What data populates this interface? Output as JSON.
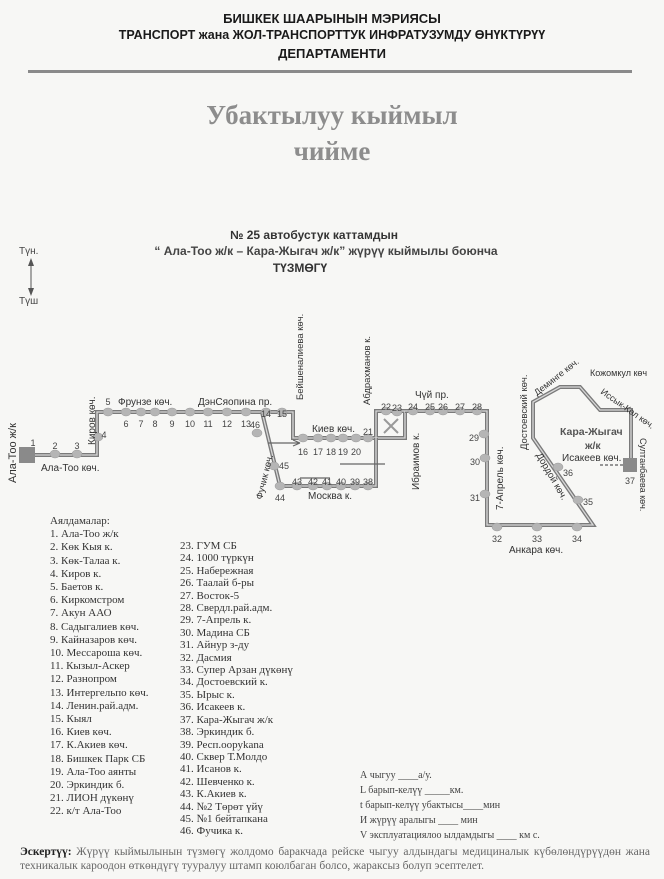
{
  "header": {
    "line1": "БИШКЕК ШААРЫНЫН МЭРИЯСЫ",
    "line2": "ТРАНСПОРТ жана ЖОЛ-ТРАНСПОРТТУК ИНФРАТУЗУМДУ ӨНҮКТҮРҮҮ",
    "line3": "ДЕПАРТАМЕНТИ"
  },
  "title": {
    "line1": "Убактылуу кыймыл",
    "line2": "чийме"
  },
  "subtitle": {
    "line1": "№ 25  автобустук каттамдын",
    "line2": "“ Ала-Тоо ж/к – Кара-Жыгач ж/к” жүрүү кыймылы боюнча",
    "line3": "ТҮЗМӨГҮ"
  },
  "compass": {
    "north": "Түн.",
    "south": "Түш"
  },
  "map": {
    "stop_numbers": [
      "1",
      "2",
      "3",
      "4",
      "5",
      "6",
      "7",
      "8",
      "9",
      "10",
      "11",
      "12",
      "13",
      "14",
      "15",
      "16",
      "17",
      "18",
      "19",
      "20",
      "21",
      "22",
      "23",
      "24",
      "25",
      "26",
      "27",
      "28",
      "29",
      "30",
      "31",
      "32",
      "33",
      "34",
      "35",
      "36",
      "37",
      "38",
      "39",
      "40",
      "41",
      "42",
      "43",
      "44",
      "45",
      "46"
    ],
    "streets": {
      "ala_too_district": "Ала-Тоо ж/к",
      "ala_too_st": "Ала-Тоо көч.",
      "kirov": "Киров көч.",
      "frunze": "Фрунзе көч.",
      "densyaopina": "ДэнСяопина пр.",
      "beishenalieva": "Бейшеналиева көч.",
      "abdrakhmanov": "Абдрахманов к.",
      "kiev": "Киев көч.",
      "fuchik": "Фучик көч.",
      "moscow": "Москва к.",
      "chuy": "Чүй пр.",
      "ibraimov": "Ибраимов к.",
      "april7": "7-Апрель көч.",
      "ankara": "Анкара көч.",
      "dordoi": "Дордой көч.",
      "dostoevsky": "Достоевский көч.",
      "demin": "Деминге көч.",
      "kozhomkul": "Кожомкул көч",
      "issyk_kul": "Иссык-Көл көч.",
      "kara_zhygach": "Кара-Жыгач",
      "kara_zhygach_suffix": "ж/к",
      "isakeev": "Исакеев көч.",
      "sultanbaeva": "Султанбаева көч."
    }
  },
  "legend": {
    "title": "Аялдамалар:",
    "stops": [
      "1. Ала-Тоо ж/к",
      "2. Көк Кыя к.",
      "3. Көк-Талаа к.",
      "4. Киров к.",
      "5. Баетов к.",
      "6. Киркомстром",
      "7. Акун ААО",
      "8. Садыгалиев көч.",
      "9. Кайназаров көч.",
      "10. Мессароша көч.",
      "11. Кызыл-Аскер",
      "12. Разнопром",
      "13. Интергельпо көч.",
      "14. Ленин.рай.адм.",
      "15. Кыял",
      "16. Киев көч.",
      "17. К.Акиев көч.",
      "18. Бишкек Парк СБ",
      "19. Ала-Тоо аянты",
      "20. Эркиндик б.",
      "21. ЛИОН дүкөнү",
      "22. к/т Ала-Тоо",
      "23. ГУМ СБ",
      "24. 1000 түркүн",
      "25. Набережная",
      "26. Таалай б-ры",
      "27. Восток-5",
      "28. Свердл.рай.адм.",
      "29. 7-Апрель к.",
      "30. Мадина СБ",
      "31. Айнур з-ду",
      "32. Дасмия",
      "33. Супер Арзан дүкөнү",
      "34. Достоевский к.",
      "35. Ырыс к.",
      "36. Исакеев к.",
      "37. Кара-Жыгач ж/к",
      "38. Эркиндик б.",
      "39. Респ.ооруkana",
      "40. Сквер Т.Молдо",
      "41. Исанов к.",
      "42. Шевченко к.",
      "43. К.Акиев к.",
      "44. №2 Төрөт үйү",
      "45. №1 бейтапкана",
      "46. Фучика к."
    ]
  },
  "params": [
    "А чыгуу ____а/у.",
    "L барып-келүү _____км.",
    "t барып-келүү убактысы____мин",
    "И жүрүү аралыгы ____   мин",
    "V эксплуатациялоо ылдамдыгы ____ км с."
  ],
  "note": {
    "label": "Эскертүү:",
    "text": "Жүрүү кыймылынын түзмөгү жолдомо баракчада рейске чыгуу алдындагы медициналык күбөлөндүрүүдөн жана техникалык кароодон өткөндүгү тууралуу штамп коюлбаган болсо, жараксыз болуп эсептелет."
  },
  "colors": {
    "route": "#7a7a7a",
    "stop": "#b5b5b5",
    "terminal": "#8a8a8a"
  }
}
